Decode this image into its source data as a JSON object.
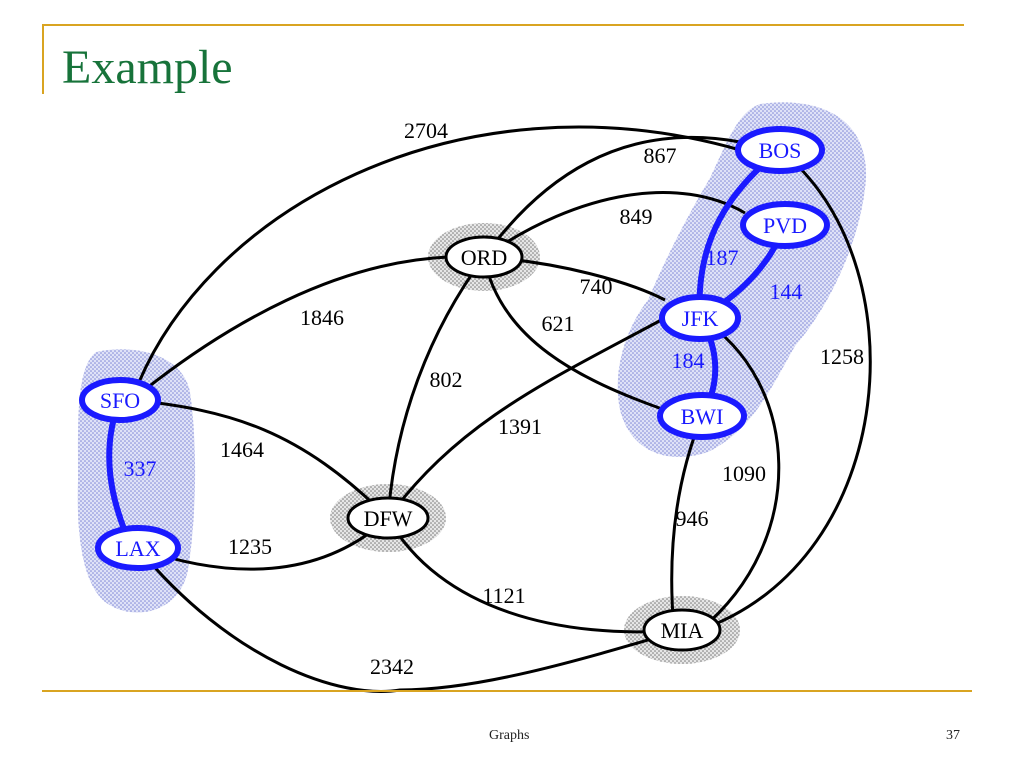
{
  "slide": {
    "title": "Example",
    "footer_text": "Graphs",
    "page_number": "37"
  },
  "colors": {
    "title": "#17733a",
    "accent_rule": "#d9a421",
    "highlight": "#1a1aff",
    "highlight_region": "#c8cdf0",
    "node_halo": "#b8b8b8",
    "edge": "#000000"
  },
  "graph": {
    "nodes": [
      {
        "id": "BOS",
        "label": "BOS",
        "highlighted": true
      },
      {
        "id": "PVD",
        "label": "PVD",
        "highlighted": true
      },
      {
        "id": "JFK",
        "label": "JFK",
        "highlighted": true
      },
      {
        "id": "BWI",
        "label": "BWI",
        "highlighted": true
      },
      {
        "id": "SFO",
        "label": "SFO",
        "highlighted": true
      },
      {
        "id": "LAX",
        "label": "LAX",
        "highlighted": true
      },
      {
        "id": "ORD",
        "label": "ORD",
        "highlighted": false
      },
      {
        "id": "DFW",
        "label": "DFW",
        "highlighted": false
      },
      {
        "id": "MIA",
        "label": "MIA",
        "highlighted": false
      }
    ],
    "edges": [
      {
        "id": "sfo-bos",
        "from": "SFO",
        "to": "BOS",
        "weight": "2704",
        "highlighted": false
      },
      {
        "id": "ord-bos",
        "from": "ORD",
        "to": "BOS",
        "weight": "867",
        "highlighted": false
      },
      {
        "id": "ord-pvd",
        "from": "ORD",
        "to": "PVD",
        "weight": "849",
        "highlighted": false
      },
      {
        "id": "ord-jfk",
        "from": "ORD",
        "to": "JFK",
        "weight": "740",
        "highlighted": false
      },
      {
        "id": "ord-bwi",
        "from": "ORD",
        "to": "BWI",
        "weight": "621",
        "highlighted": false
      },
      {
        "id": "sfo-ord",
        "from": "SFO",
        "to": "ORD",
        "weight": "1846",
        "highlighted": false
      },
      {
        "id": "ord-dfw",
        "from": "ORD",
        "to": "DFW",
        "weight": "802",
        "highlighted": false
      },
      {
        "id": "dfw-jfk",
        "from": "DFW",
        "to": "JFK",
        "weight": "1391",
        "highlighted": false
      },
      {
        "id": "sfo-dfw",
        "from": "SFO",
        "to": "DFW",
        "weight": "1464",
        "highlighted": false
      },
      {
        "id": "lax-dfw",
        "from": "LAX",
        "to": "DFW",
        "weight": "1235",
        "highlighted": false
      },
      {
        "id": "dfw-mia",
        "from": "DFW",
        "to": "MIA",
        "weight": "1121",
        "highlighted": false
      },
      {
        "id": "lax-mia",
        "from": "LAX",
        "to": "MIA",
        "weight": "2342",
        "highlighted": false
      },
      {
        "id": "bwi-mia",
        "from": "BWI",
        "to": "MIA",
        "weight": "946",
        "highlighted": false
      },
      {
        "id": "jfk-mia",
        "from": "JFK",
        "to": "MIA",
        "weight": "1090",
        "highlighted": false
      },
      {
        "id": "bos-mia",
        "from": "BOS",
        "to": "MIA",
        "weight": "1258",
        "highlighted": false
      },
      {
        "id": "bos-jfk",
        "from": "BOS",
        "to": "JFK",
        "weight": "187",
        "highlighted": true
      },
      {
        "id": "pvd-jfk",
        "from": "PVD",
        "to": "JFK",
        "weight": "144",
        "highlighted": true
      },
      {
        "id": "jfk-bwi",
        "from": "JFK",
        "to": "BWI",
        "weight": "184",
        "highlighted": true
      },
      {
        "id": "sfo-lax",
        "from": "SFO",
        "to": "LAX",
        "weight": "337",
        "highlighted": true
      }
    ]
  }
}
